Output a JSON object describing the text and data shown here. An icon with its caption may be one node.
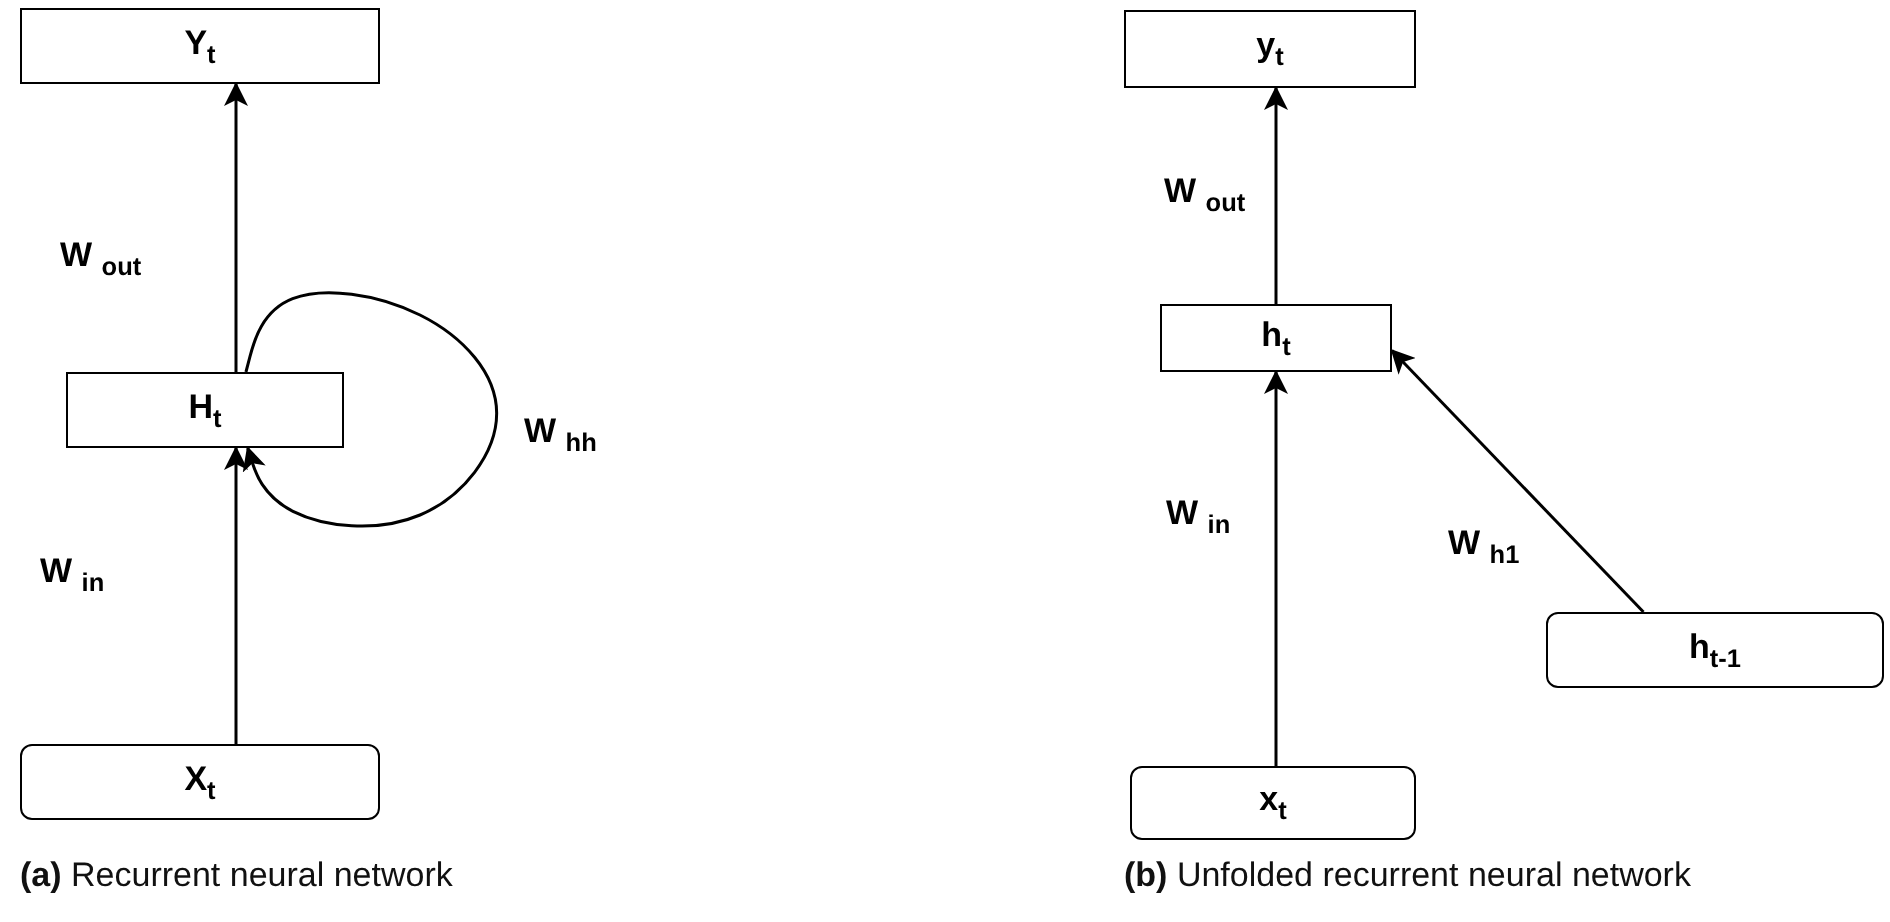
{
  "diagram": {
    "nodes": [
      {
        "text": [
          "Y$_{t}$"
        ]
      },
      {
        "text": [
          "H$_{t}$"
        ]
      },
      {
        "text": [
          "X$_{t}$"
        ]
      },
      {
        "text": [
          "y$_{t}$"
        ]
      },
      {
        "text": [
          "h$_{t}$"
        ]
      },
      {
        "text": [
          "h$_{t-1}$"
        ]
      },
      {
        "text": [
          "x$_{t}$"
        ]
      }
    ],
    "edges": [
      {
        "from": 2,
        "to": 1,
        "arrow": "to",
        "label": "W $_{in}$"
      },
      {
        "from": 1,
        "to": 0,
        "arrow": "to",
        "label": "W $_{out}$"
      },
      {
        "from": 1,
        "to": 1,
        "arrow": "to",
        "label": "W $_{hh}$"
      },
      {
        "from": 6,
        "to": 4,
        "arrow": "to",
        "label": "W $_{in}$"
      },
      {
        "from": 4,
        "to": 3,
        "arrow": "to",
        "label": "W $_{out}$"
      },
      {
        "from": 5,
        "to": 4,
        "arrow": "to",
        "label": "W $_{h1}$"
      }
    ],
    "labels": [
      "**(a)** Recurrent neural network",
      "**(b)** Unfolded recurrent neural network"
    ]
  }
}
